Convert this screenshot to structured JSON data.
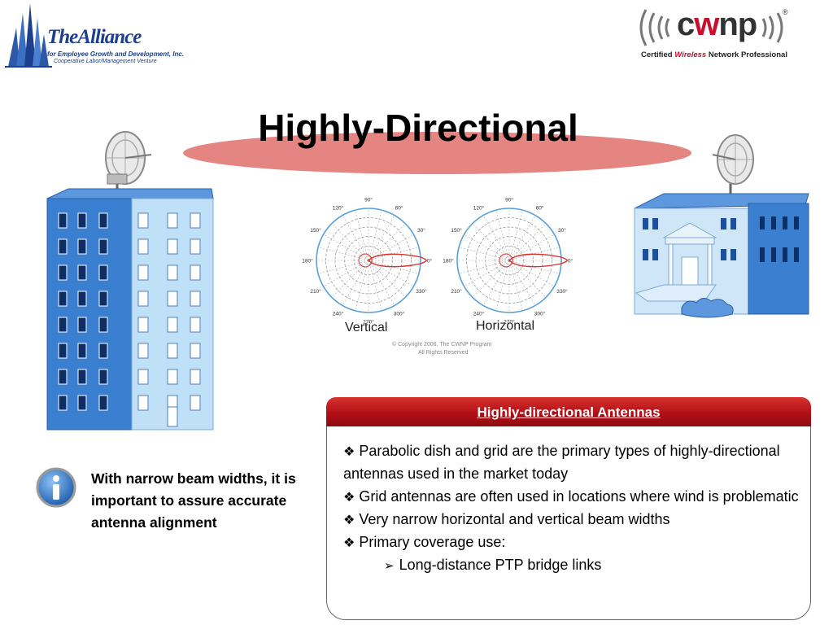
{
  "logos": {
    "alliance": {
      "name": "TheAlliance",
      "subtitle": "for Employee Growth and Development, Inc.",
      "tagline": "Cooperative Labor/Management Venture"
    },
    "cwnp": {
      "name_prefix": "c",
      "name_accent": "w",
      "name_suffix": "np",
      "registered": "®",
      "tagline_pre": "Certified ",
      "tagline_accent": "Wireless",
      "tagline_post": " Network Professional"
    }
  },
  "title": "Highly-Directional",
  "figure": {
    "vertical_label": "Vertical",
    "horizontal_label": "Horizontal",
    "angle_labels": [
      "90°",
      "120°",
      "60°",
      "150°",
      "30°",
      "180°",
      "0°",
      "210°",
      "330°",
      "240°",
      "300°",
      "270°"
    ],
    "copyright_line1": "© Copyright 2006, The CWNP Program",
    "copyright_line2": "All Rights Reserved"
  },
  "info_note": "With narrow beam widths, it is important to assure accurate antenna alignment",
  "panel": {
    "header": "Highly-directional Antennas",
    "bullets": [
      "Parabolic dish and grid are the primary types of highly-directional antennas used in the market today",
      "Grid antennas are often used in locations where wind is problematic",
      "Very narrow horizontal and vertical beam widths",
      "Primary coverage use:"
    ],
    "sub_bullet": "Long-distance PTP bridge links",
    "bullet_glyph": "❖",
    "sub_bullet_glyph": "➢"
  },
  "colors": {
    "title_ellipse": "#e58581",
    "panel_header": "#b01016",
    "building_blue": "#3a7fd0",
    "logo_blue": "#1d3f8c",
    "cwnp_red": "#c8102e"
  }
}
